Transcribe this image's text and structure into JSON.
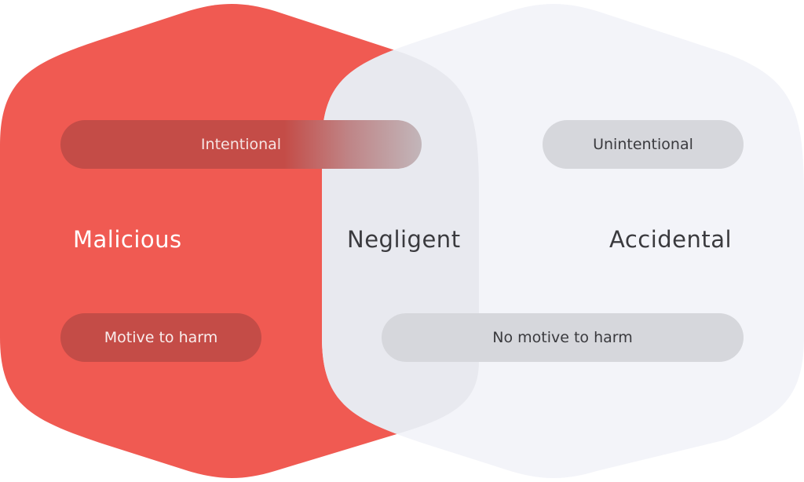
{
  "colors": {
    "malicious_shape": "#f05a52",
    "accidental_shape": "#f3f4f9",
    "overlap_shape": "#e8e9ef",
    "pill_dark": "#c44c47",
    "pill_light": "#d6d7dc",
    "label_white": "#ffffff",
    "label_dark": "#3a3a3e"
  },
  "diagram": {
    "pills": {
      "intentional": "Intentional",
      "unintentional": "Unintentional",
      "motive": "Motive to harm",
      "no_motive": "No motive to harm"
    },
    "categories": {
      "malicious": "Malicious",
      "negligent": "Negligent",
      "accidental": "Accidental"
    }
  }
}
